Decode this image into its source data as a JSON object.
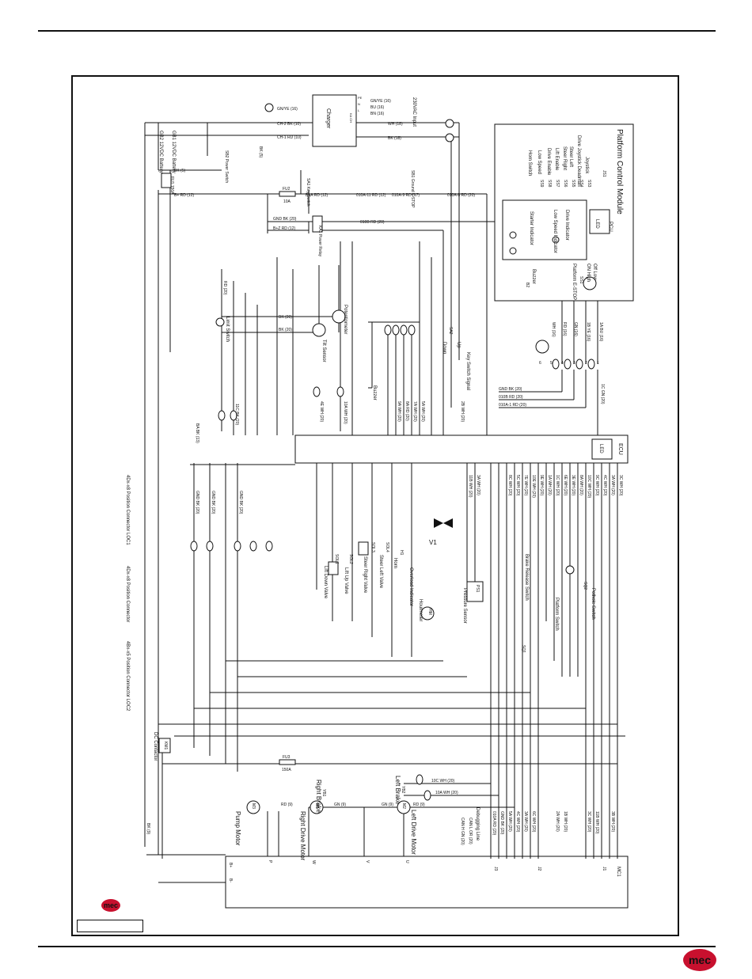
{
  "brand": {
    "logo_text": "mec",
    "accent": "#c8102e"
  },
  "pcm": {
    "title": "Platform Control Module",
    "inputs": [
      "Joystick",
      "Drive Joystick Deadman",
      "Steer Left",
      "Steer Right",
      "Lift Enable",
      "Drive Enable",
      "Low Speed",
      "Horn Switch"
    ],
    "switch_ids": [
      "JS1",
      "SS3",
      "SS4",
      "SS5",
      "SS6",
      "SS7",
      "SS8",
      "SS9"
    ],
    "pcu_label": "PCU",
    "led_label": "LED",
    "drive_indicator": "Drive Indicator",
    "low_speed_indicator": "Low Speed Indicator",
    "starter_indicator": "Starter Indicator",
    "buzzer": "Buzzer",
    "buzzer_id": "B2",
    "estop_lines": [
      "Off Low",
      "ON High",
      "Platform E-STOP"
    ],
    "estop_id": "SS1"
  },
  "pcm_wires": [
    "1C GN (20)",
    "1A BU (16)",
    "1B YE (16)",
    "GN (16)",
    "RD (16)",
    "WH (16)"
  ],
  "pcm_connector_pins": [
    "1",
    "2",
    "3",
    "4",
    "5",
    "6"
  ],
  "charger": {
    "title": "Charger",
    "input": "230VAC Input",
    "input_wires": [
      "GN/YE (16)",
      "BU (16)",
      "BN (16)"
    ],
    "pins": [
      "PE",
      "N",
      "L"
    ],
    "lock_label": "KA CH"
  },
  "battery": {
    "gb1": "GB1 12VDC Battery",
    "gb2": "GB2 12VDC Battery",
    "fuse": "FU1 150A"
  },
  "power_wires": {
    "ch2": "CH-2 BK (10)",
    "ch1": "CH-1 RD (10)",
    "gnye": "GN/YE (16)",
    "wh18": "WH (18)",
    "bk18": "BK (18)",
    "bk5": "BK (5)",
    "bk5b": "BK (5)",
    "bplus": "B+ RD (12)",
    "fu2": "FU2",
    "fu2_rating": "10A",
    "bplus_a": "B+A RD (12)",
    "rd010a11": "010A-11 RD (12)",
    "rd010a9": "010A-9 RD (17)",
    "rd010a8": "010A-8 RD (20)",
    "gndbk": "GND BK (20)",
    "rd010b": "010B RD (20)",
    "bz": "B+Z RD (12)",
    "ka1": "KA1 Power Relay",
    "sb2": "SB2 Power Switch",
    "sa1": "SA1 Key Switch",
    "sb1": "SB1 Ground E-STOP"
  },
  "sensors": {
    "rd20": "RD (20)",
    "bk20a": "BK (20)",
    "bk20b": "BK (20)",
    "tilt": "Tilt Sensor",
    "pot": "Potentiometer",
    "limit": "Limit Switch",
    "buzzer": "Buzzer",
    "key_signal": "Key Switch Signal",
    "up": "Up",
    "down": "Down",
    "sa2": "SA2"
  },
  "ecu_left_wires": [
    "GND BK (20)",
    "010B RD (20)",
    "010A-1 RD (20)",
    "2B WH (20)",
    "5A WH (20)",
    "7A WH (20)",
    "8A RD (20)",
    "9A WH (20)",
    "10A WH (20)",
    "4E WH (20)",
    "11C BK (20)",
    "BA BK (13)",
    "GND BK (20)",
    "GND BK (20)",
    "GND BK (20)"
  ],
  "ecu": {
    "title": "ECU",
    "led": "LED"
  },
  "ecu_right_wires": [
    "3C WH (20)",
    "3A WH (20)",
    "4C WH (20)",
    "9C WH (20)",
    "10C WH (20)",
    "8A WH (20)",
    "3E WH (20)",
    "6E WH (20)",
    "1C WH (20)",
    "1A WH (20)",
    "9E WH (20)",
    "10E WH (20)",
    "7E WH (20)",
    "5C WH (20)",
    "8C WH (20)",
    "3A WH (20)",
    "11B WH (20)"
  ],
  "ecu_notes": {
    "lo1": "4Dx-x8 Position Connector LOC1",
    "mid": "4Dx-x8 Position Connector",
    "lo2": "4Bx-x5 Position Connector LOC2"
  },
  "valves": {
    "sol1": "SOL1",
    "lift_down": "Lift Down Valve",
    "sol2": "SOL2",
    "lift_up": "Lift Up Valve",
    "sol3": "SOL3",
    "steer_right": "Steer Right Valve",
    "sol4": "SOL4",
    "steer_left": "Steer Left Valve",
    "horn": "Horn",
    "horn_id": "H1",
    "overload": "Overload Indicator",
    "hour": "Hourmeter",
    "hour_id": "HM",
    "pressure": "Pressure Sensor",
    "ps_id": "PS1",
    "v1": "V1",
    "brake_release": "Brake Release Switch",
    "pothole": "Pothole Switch",
    "platform_switch": "Platform Switch",
    "sq1": "SQ1",
    "sq2": "SQ2"
  },
  "motor": {
    "dc_contactor": "DC Contactor",
    "km1": "KM1",
    "fu3": "FU3",
    "fu3_rating": "150A",
    "right_brake": "Right Brake",
    "yb1": "YB1",
    "right_motor": "Right Drive Motor",
    "m1": "M1",
    "left_brake": "Left Brake",
    "yb2": "YB2",
    "left_motor": "Left Drive Motor",
    "m2": "M2",
    "pump": "Pump Motor",
    "m3": "M3",
    "debug": "Debugging Line",
    "rd9": "RD (9)",
    "gn9": "GN (9)",
    "gn9b": "GN (9)",
    "rd9b": "RD (9)",
    "bk9": "BK (9)",
    "w10c": "10C WH (20)",
    "w10a": "10A WH (20)"
  },
  "mc": {
    "title": "MC1",
    "connectors": [
      "J1",
      "J2",
      "J3"
    ],
    "pins": [
      "B-",
      "B+",
      "P",
      "W",
      "V",
      "U"
    ]
  },
  "mc_wires": [
    "CAN H GN (20)",
    "CAN L OR (20)",
    "010A RD (20)",
    "GND BK (20)",
    "5A WH (20)",
    "4C WH (20)",
    "3A WH (20)",
    "6C WH (20)",
    "2A WH (20)",
    "1B WH (20)",
    "3C WH (20)",
    "11B WH (20)",
    "3B WH (20)"
  ]
}
